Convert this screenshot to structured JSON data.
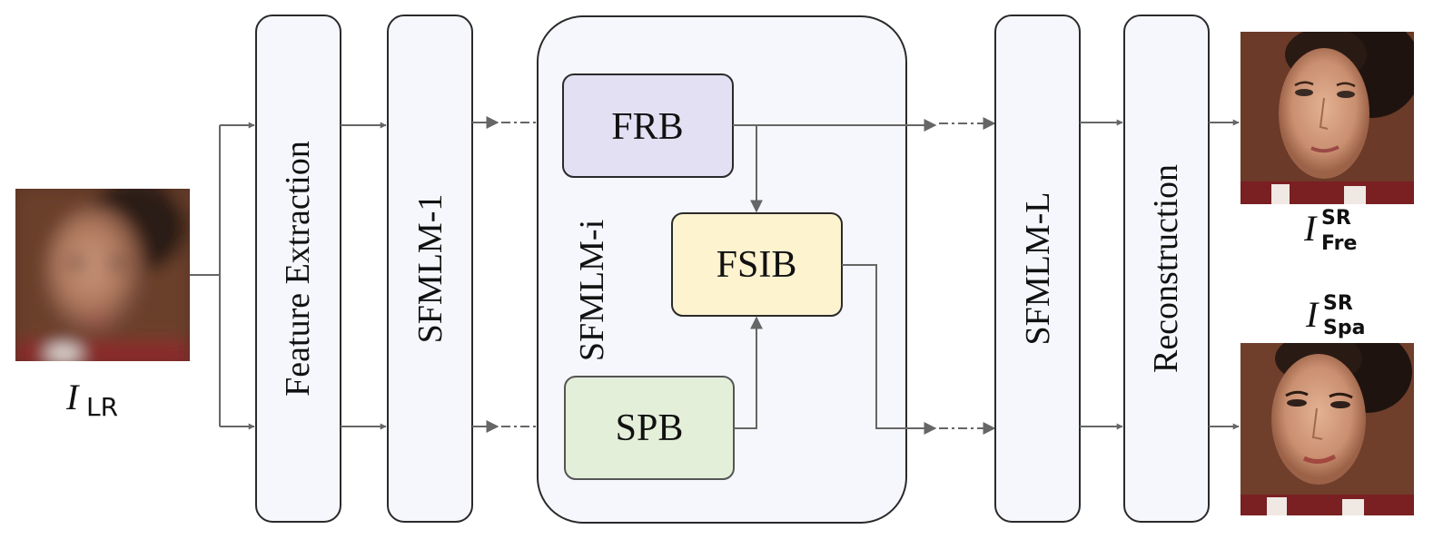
{
  "input": {
    "label_main": "I",
    "label_sub": "LR"
  },
  "modules": {
    "feature_extraction": "Feature Extraction",
    "sfmlm_first": "SFMLM-1",
    "sfmlm_middle": "SFMLM-i",
    "sfmlm_last": "SFMLM-L",
    "reconstruction": "Reconstruction"
  },
  "blocks": {
    "frb": {
      "label": "FRB",
      "fill": "#e3e0f3"
    },
    "fsib": {
      "label": "FSIB",
      "fill": "#fdf3cf"
    },
    "spb": {
      "label": "SPB",
      "fill": "#e3efd9"
    }
  },
  "outputs": {
    "frequency": {
      "label_main": "I",
      "label_sup": "SR",
      "label_sub": "Fre"
    },
    "spatial": {
      "label_main": "I",
      "label_sup": "SR",
      "label_sub": "Spa"
    }
  },
  "colors": {
    "module_fill": "#f6f7fc",
    "container_fill": "#f6f7fc",
    "stroke": "#2a2a2a",
    "arrow": "#666666"
  }
}
